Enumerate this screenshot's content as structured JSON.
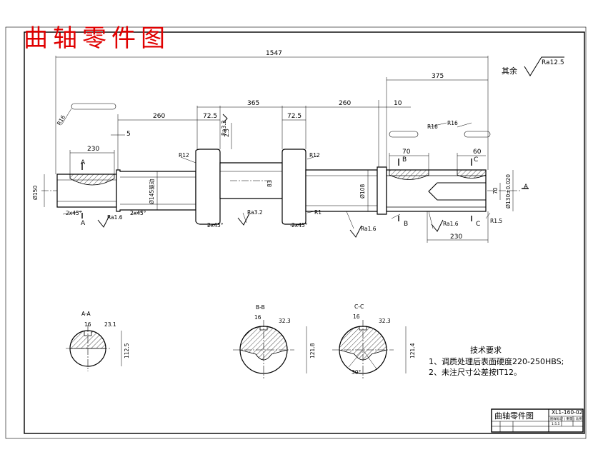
{
  "title_overlay": "曲轴零件图",
  "roughness_note": {
    "label": "其余",
    "value": "Ra12.5"
  },
  "dimensions": {
    "overall_length": "1547",
    "right_section": "375",
    "crank_span": "365",
    "web_left": "72.5",
    "web_right": "72.5",
    "left_journal": "260",
    "right_journal": "260",
    "shoulder": "5",
    "right_small": "10",
    "left_key_len": "230",
    "right_key_a": "70",
    "right_key_b": "60",
    "right_bottom": "230",
    "dia_left": "Ø150",
    "dia_mid": "Ø145驱动",
    "dia_right": "Ø108",
    "bore": "70",
    "dia_right_tol": "Ø130±0.020",
    "crank_offset": "83",
    "web_height": "2.5",
    "r_left": "R16",
    "r_key": "R16",
    "r_key2": "R16",
    "r_web1": "R12",
    "r_web2": "R12",
    "r_bottom": "R1",
    "r_right": "R1.5",
    "chamfer1": "2x45°",
    "chamfer2": "2x45°",
    "chamfer3": "2x45°",
    "chamfer4": "2x45°"
  },
  "roughness_marks": {
    "ra1": "Ra1.6",
    "ra2": "Ra3.2",
    "ra3": "Ra1.6",
    "ra4": "Ra1.6",
    "ra5": "Ra3.2"
  },
  "section_labels": {
    "a": "A",
    "a2": "A",
    "a3": "A",
    "b": "B",
    "b2": "B",
    "c": "C",
    "c2": "C"
  },
  "sections": [
    {
      "name": "A-A",
      "key": "16",
      "depth": "23.1",
      "height": "112.5"
    },
    {
      "name": "B-B",
      "key": "16",
      "depth": "32.3",
      "height": "121.8"
    },
    {
      "name": "C-C",
      "key": "16",
      "depth": "32.3",
      "height": "121.4",
      "angle": "30°"
    }
  ],
  "tech_requirements": {
    "heading": "技术要求",
    "items": [
      "1、调质处理后表面硬度220-250HBS;",
      "2、未注尺寸公差按IT12。"
    ]
  },
  "title_block": {
    "name": "曲轴零件图",
    "drawing_no": "XL1-160-02",
    "row2": "图样标记 | 重量 | 比例",
    "row3": "1:5.5"
  }
}
